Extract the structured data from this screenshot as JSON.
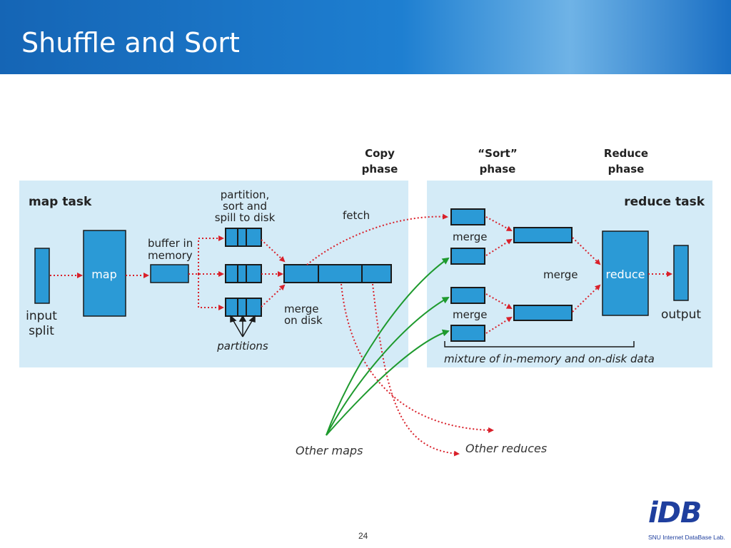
{
  "slide": {
    "title": "Shuffle and Sort",
    "page_number": "24"
  },
  "logo": {
    "text": "iDB",
    "subtitle": "SNU Internet DataBase Lab."
  },
  "diagram": {
    "phases": {
      "copy": [
        "Copy",
        "phase"
      ],
      "sort": [
        "“Sort”",
        "phase"
      ],
      "reduce": [
        "Reduce",
        "phase"
      ]
    },
    "map_task": {
      "title": "map task",
      "input_split": [
        "input",
        "split"
      ],
      "map": "map",
      "buffer": [
        "buffer in",
        "memory"
      ],
      "partition": [
        "partition,",
        "sort and",
        "spill to disk"
      ],
      "merge_on_disk": [
        "merge",
        "on disk"
      ],
      "partitions": "partitions"
    },
    "reduce_task": {
      "title": "reduce task",
      "fetch": "fetch",
      "merge1": "merge",
      "merge2": "merge",
      "merge_center": "merge",
      "reduce": "reduce",
      "output": "output",
      "mixture": "mixture of in-memory and on-disk data"
    },
    "other_maps": "Other maps",
    "other_reduces": "Other reduces",
    "colors": {
      "panel": "#d4ebf7",
      "box": "#2b9ad6",
      "red_arrow": "#d9202a",
      "green_arrow": "#1e9a2e"
    }
  }
}
